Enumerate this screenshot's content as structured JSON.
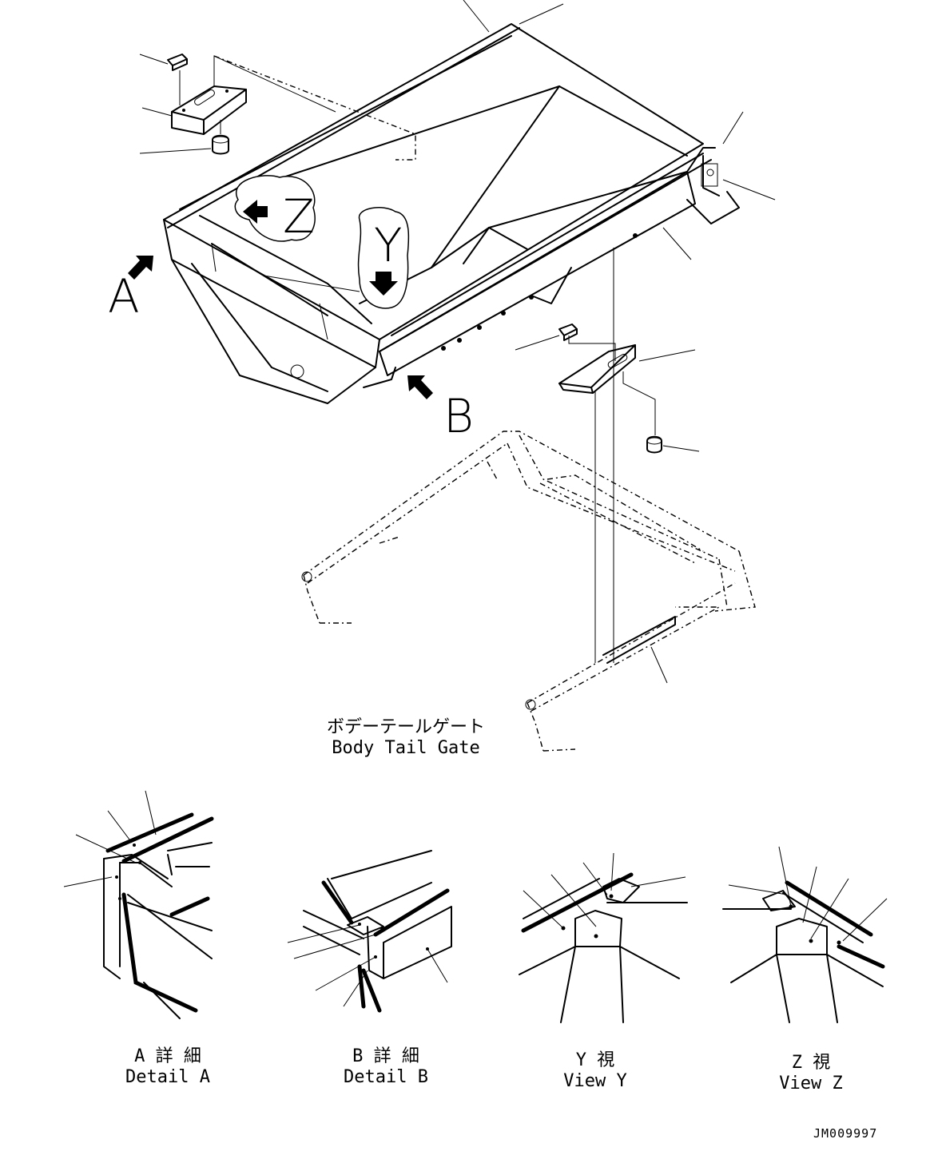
{
  "view_markers": {
    "a": "A",
    "b": "B",
    "y": "Y",
    "z": "Z"
  },
  "labels": {
    "tail_gate_jp": "ボデーテールゲート",
    "tail_gate_en": "Body Tail Gate",
    "detail_a_jp": "A 詳 細",
    "detail_a_en": "Detail A",
    "detail_b_jp": "B 詳 細",
    "detail_b_en": "Detail B",
    "view_y_jp": "Y 視",
    "view_y_en": "View Y",
    "view_z_jp": "Z 視",
    "view_z_en": "View Z"
  },
  "drawing_ref": "JM009997"
}
